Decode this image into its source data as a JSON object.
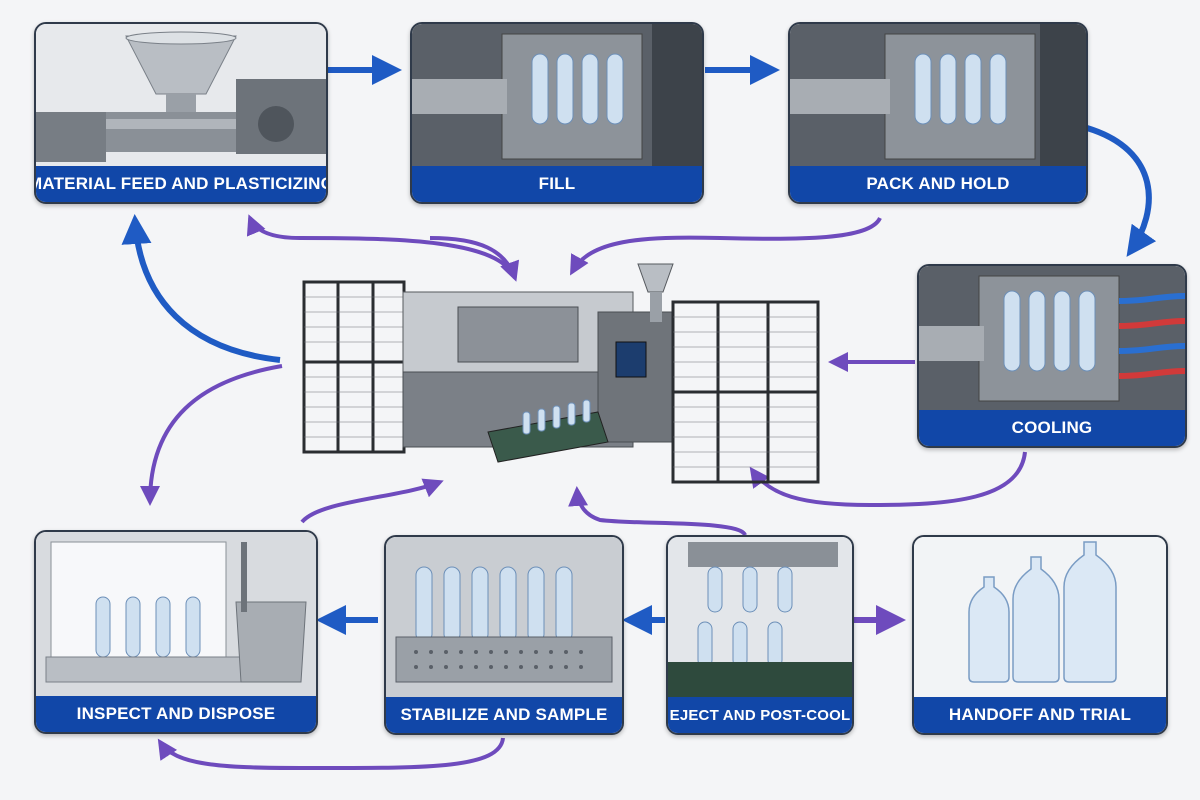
{
  "steps": {
    "material_feed": "MATERIAL FEED AND PLASTICIZING",
    "fill": "FILL",
    "pack_hold": "PACK AND HOLD",
    "cooling": "COOLING",
    "eject": "EJECT AND POST-COOL",
    "handoff": "HANDOFF AND TRIAL",
    "stabilize": "STABILIZE AND SAMPLE",
    "inspect": "INSPECT AND DISPOSE"
  },
  "colors": {
    "label_bg": "#1147a8",
    "flow_arrow": "#1f5bc4",
    "feedback_arrow": "#6e4bbd"
  }
}
